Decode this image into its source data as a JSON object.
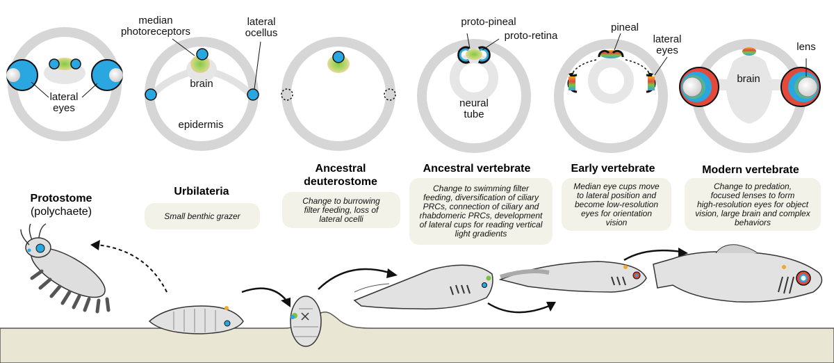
{
  "colors": {
    "ring": "#d6d6d6",
    "brain": "#e6e6e6",
    "eye_blue": "#2aa6e0",
    "eye_red": "#d23a2a",
    "green": "#7cc142",
    "orange": "#f4a72a",
    "ground": "#e9e6d3",
    "body": "#e2e2e2",
    "text_box": "#f3f2e8"
  },
  "stages": [
    {
      "title": "Protostome",
      "subtitle": "(polychaete)",
      "description": ""
    },
    {
      "title": "Urbilateria",
      "subtitle": "",
      "description": "Small benthic grazer"
    },
    {
      "title": "Ancestral\ndeuterostome",
      "subtitle": "",
      "description": "Change to burrowing\nfilter feeding, loss of\nlateral ocelli"
    },
    {
      "title": "Ancestral vertebrate",
      "subtitle": "",
      "description": "Change to swimming filter\nfeeding, diversification of ciliary\nPRCs, connection of ciliary and\nrhabdomeric PRCs, development\nof lateral cups for reading vertical\nlight gradients"
    },
    {
      "title": "Early vertebrate",
      "subtitle": "",
      "description": "Median eye cups move\nto lateral position and\nbecome low-resolution\neyes for orientation\nvision"
    },
    {
      "title": "Modern vertebrate",
      "subtitle": "",
      "description": "Change to predation,\nfocused lenses to form\nhigh-resolution eyes for object\nvision, large brain and complex\nbehaviors"
    }
  ],
  "labels": {
    "lateral_eyes_1": "lateral\neyes",
    "median_photoreceptors": "median\nphotoreceptors",
    "brain_2": "brain",
    "lateral_ocellus": "lateral\nocellus",
    "epidermis": "epidermis",
    "proto_pineal": "proto-pineal",
    "proto_retina": "proto-retina",
    "neural_tube": "neural\ntube",
    "pineal": "pineal",
    "lateral_eyes_5": "lateral\neyes",
    "lens": "lens",
    "brain_6": "brain"
  }
}
